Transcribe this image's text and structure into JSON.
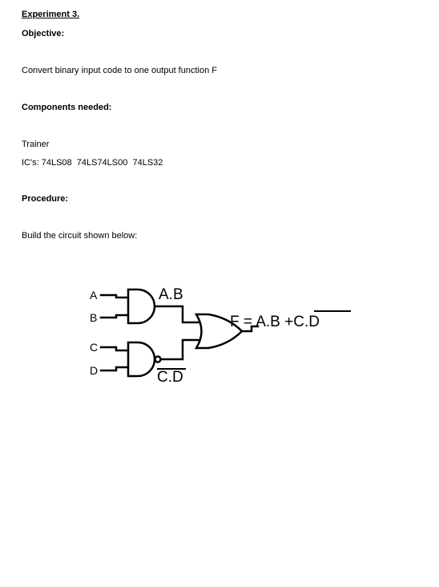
{
  "document": {
    "title": "Experiment 3.",
    "objective_heading": "Objective:",
    "objective_text": "Convert binary input code to one output function F",
    "components_heading": "Components needed:",
    "components": [
      "Trainer",
      "IC's: 74LS08  74LS74LS00  74LS32"
    ],
    "procedure_heading": "Procedure:",
    "procedure_text": "Build the circuit shown below:"
  },
  "circuit": {
    "inputs": [
      "A",
      "B",
      "C",
      "D"
    ],
    "and_output_label": "A.B",
    "nand_output_label": "C.D",
    "final_output_prefix": "F = A.B +",
    "final_output_overlined": "C.D"
  }
}
